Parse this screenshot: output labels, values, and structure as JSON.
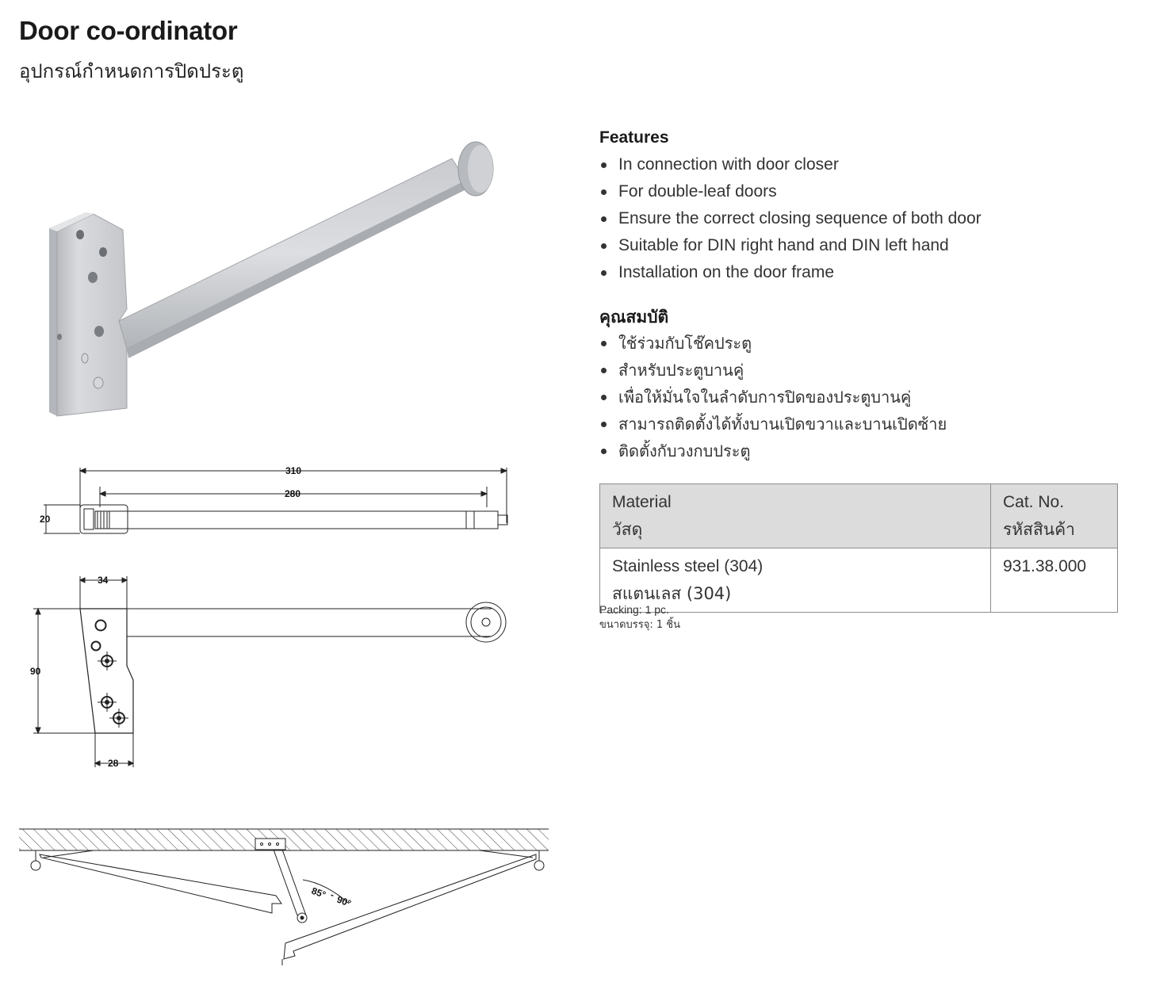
{
  "header": {
    "title": "Door co-ordinator",
    "subtitle": "อุปกรณ์กำหนดการปิดประตู"
  },
  "features_en": {
    "heading": "Features",
    "items": [
      "In connection with door closer",
      "For double-leaf doors",
      "Ensure the correct closing sequence of both door",
      "Suitable for DIN right hand and DIN left hand",
      "Installation on the door frame"
    ]
  },
  "features_th": {
    "heading": "คุณสมบัติ",
    "items": [
      "ใช้ร่วมกับโช๊คประตู",
      "สำหรับประตูบานคู่",
      "เพื่อให้มั่นใจในลำดับการปิดของประตูบานคู่",
      "สามารถติดตั้งได้ทั้งบานเปิดขวาและบานเปิดซ้าย",
      "ติดตั้งกับวงกบประตู"
    ]
  },
  "table": {
    "header": {
      "material_en": "Material",
      "material_th": "วัสดุ",
      "catno_en": "Cat. No.",
      "catno_th": "รหัสสินค้า"
    },
    "rows": [
      {
        "material_en": "Stainless steel (304)",
        "material_th": "สแตนเลส (304)",
        "catno": "931.38.000"
      }
    ]
  },
  "packing": {
    "en": "Packing: 1 pc.",
    "th": "ขนาดบรรจุ: 1 ชิ้น"
  },
  "dimensions": {
    "overall_length": "310",
    "inner_length": "280",
    "height_top_view": "20",
    "plate_width": "34",
    "plate_height": "90",
    "plate_bottom_width": "28"
  },
  "installation_diagram": {
    "angle_1": "85°",
    "separator": "-",
    "angle_2": "90°"
  },
  "colors": {
    "text": "#1d1d1d",
    "table_header_bg": "#dcdcdc",
    "table_border": "#8c8c8c",
    "steel_light": "#d3d5d8",
    "steel_dark": "#9a9da2"
  }
}
